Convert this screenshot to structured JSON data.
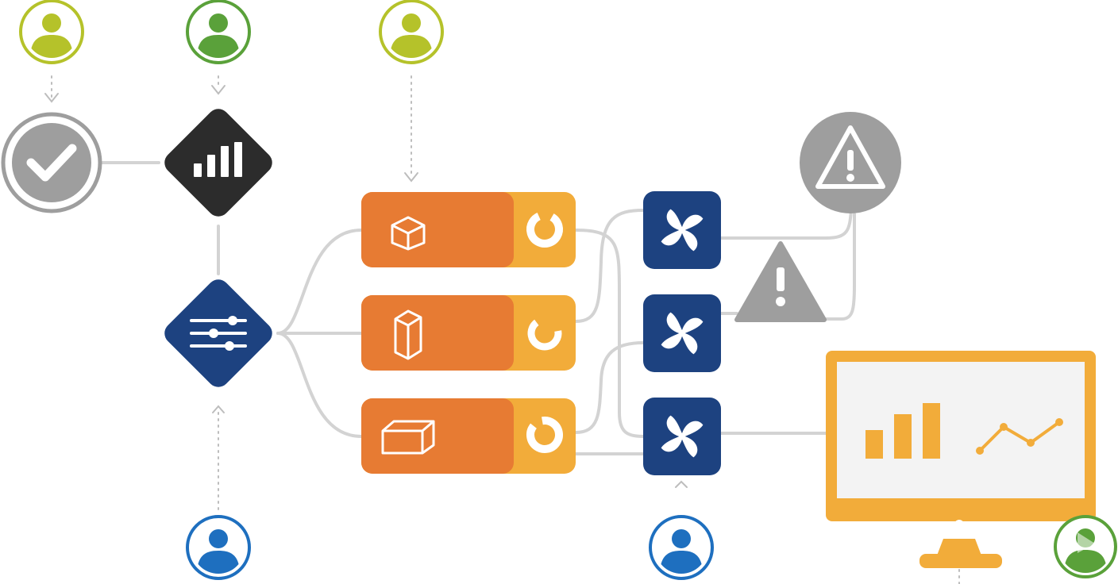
{
  "colors": {
    "lime": "#b5c22a",
    "green": "#5aa13a",
    "blue_user": "#1e6fbf",
    "navy": "#1d4280",
    "charcoal": "#2c2c2c",
    "orange": "#e77b33",
    "amber": "#f2ac3a",
    "gray": "#9e9e9e",
    "line": "#d3d3d3"
  },
  "nodes": {
    "users_top": [
      {
        "icon": "user-icon",
        "color": "lime"
      },
      {
        "icon": "user-icon",
        "color": "green"
      },
      {
        "icon": "user-icon",
        "color": "lime"
      }
    ],
    "users_bottom": [
      {
        "icon": "user-icon",
        "color": "blue_user"
      },
      {
        "icon": "user-icon",
        "color": "blue_user"
      },
      {
        "icon": "user-icon",
        "color": "green"
      }
    ],
    "approval": {
      "icon": "checkmark-icon"
    },
    "analytics": {
      "icon": "bar-chart-icon"
    },
    "controller": {
      "icon": "sliders-icon"
    },
    "stages": [
      {
        "icon": "cube-icon",
        "status_icon": "ring-progress-icon"
      },
      {
        "icon": "tall-box-icon",
        "status_icon": "ring-progress-icon"
      },
      {
        "icon": "wide-box-icon",
        "status_icon": "ring-progress-icon"
      }
    ],
    "fans": [
      {
        "icon": "fan-icon"
      },
      {
        "icon": "fan-icon"
      },
      {
        "icon": "fan-icon"
      }
    ],
    "alerts": [
      {
        "icon": "warning-icon"
      },
      {
        "icon": "warning-icon"
      }
    ],
    "monitor": {
      "icon": "monitor-icon",
      "widgets": [
        "bar-chart-icon",
        "line-chart-icon"
      ]
    }
  }
}
